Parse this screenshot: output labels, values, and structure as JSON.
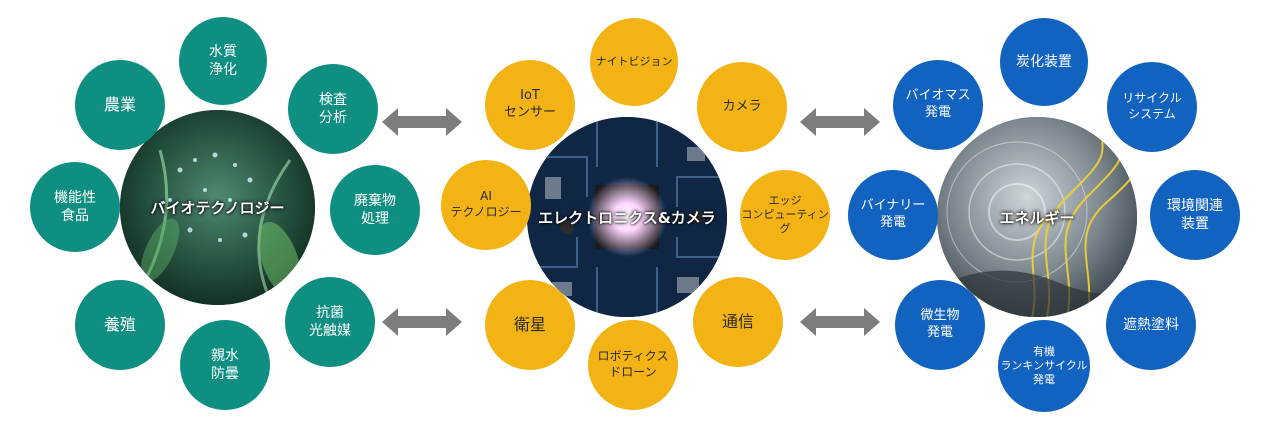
{
  "colors": {
    "bio": "#0f8f82",
    "elec": "#f3b315",
    "energy": "#1262c0",
    "arrow": "#7d7d7d"
  },
  "bio": {
    "hub": "バイオテクノロジー",
    "nodes": [
      "水質\n浄化",
      "検査\n分析",
      "廃棄物\n処理",
      "抗菌\n光触媒",
      "親水\n防曇",
      "養殖",
      "機能性\n食品",
      "農業"
    ]
  },
  "elec": {
    "hub": "エレクトロニクス&カメラ",
    "nodes": [
      "ナイトビジョン",
      "カメラ",
      "エッジ\nコンピューティング",
      "通信",
      "ロボティクス\nドローン",
      "衛星",
      "AI\nテクノロジー",
      "IoT\nセンサー"
    ]
  },
  "energy": {
    "hub": "エネルギー",
    "nodes": [
      "炭化装置",
      "リサイクル\nシステム",
      "環境関連\n装置",
      "遮熱塗料",
      "有機\nランキンサイクル\n発電",
      "微生物\n発電",
      "バイナリー\n発電",
      "バイオマス\n発電"
    ]
  }
}
